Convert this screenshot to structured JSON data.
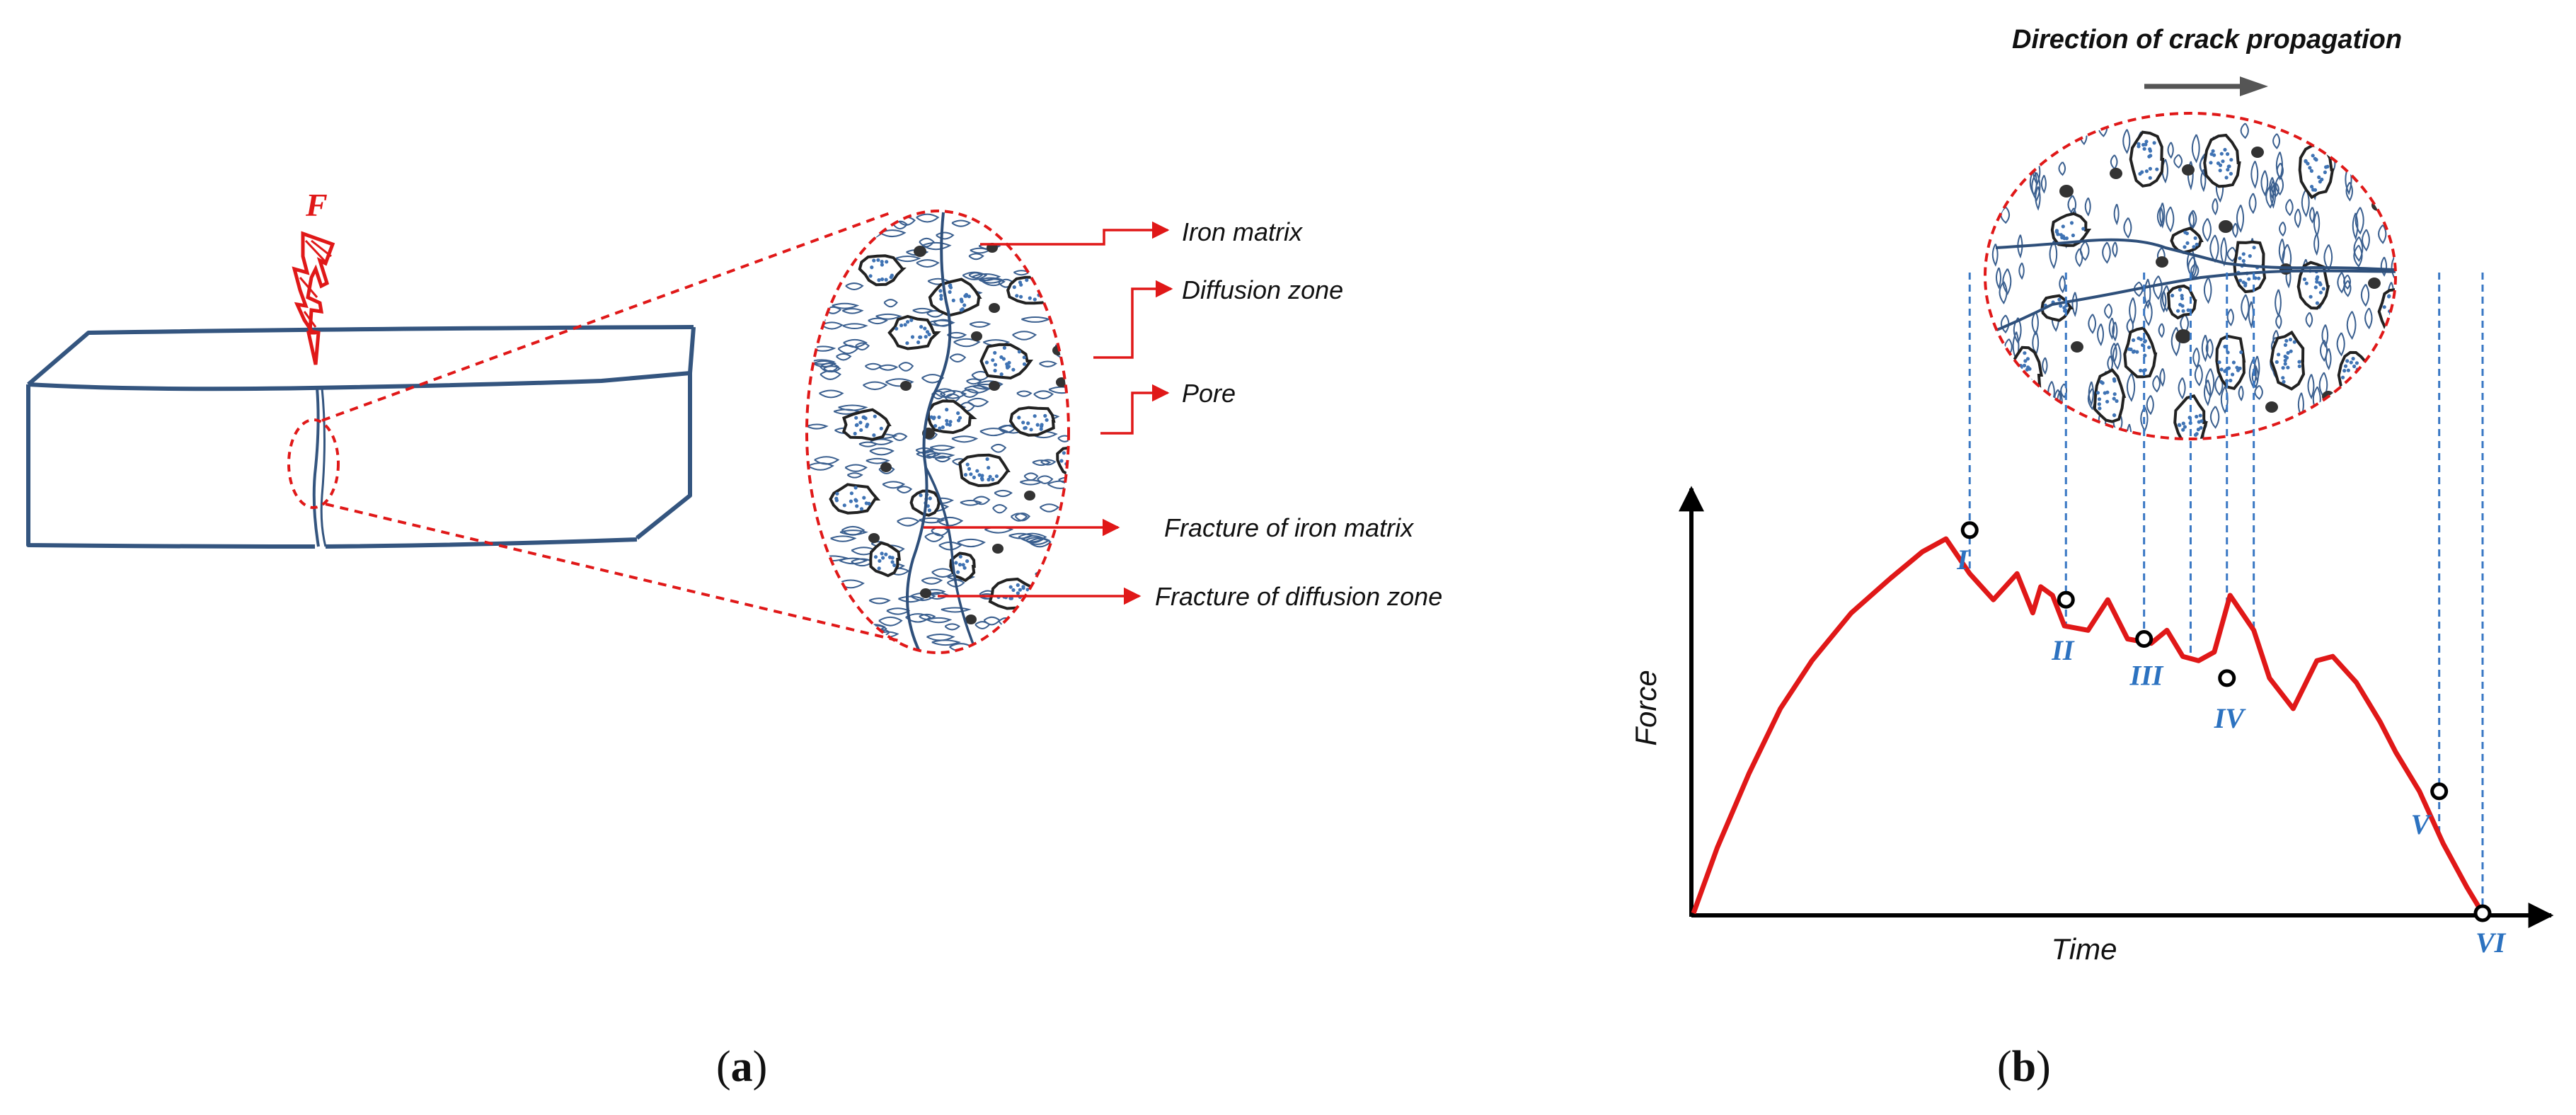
{
  "colors": {
    "beam": "#34557f",
    "red": "#e01818",
    "blue_label": "#2c72c0",
    "dash_blue": "#3a78c4",
    "particle": "#3f73b4",
    "arrow_gray": "#555555",
    "text": "#111111"
  },
  "panel_a": {
    "caption_open": "(",
    "caption_letter": "a",
    "caption_close": ")",
    "force_label": "F",
    "labels": {
      "iron_matrix": "Iron matrix",
      "diffusion_zone": "Diffusion zone",
      "pore": "Pore",
      "fracture_iron": "Fracture of iron matrix",
      "fracture_diffusion": "Fracture of diffusion zone"
    }
  },
  "panel_b": {
    "caption_open": "(",
    "caption_letter": "b",
    "caption_close": ")",
    "direction_label": "Direction of crack propagation",
    "y_axis_label": "Force",
    "x_axis_label": "Time",
    "stages": [
      "I",
      "II",
      "III",
      "IV",
      "V",
      "VI"
    ]
  },
  "chart_data": {
    "type": "line",
    "xlabel": "Time",
    "ylabel": "Force",
    "note": "qualitative force-time curve without numeric ticks; values in normalized data units (time 0-1, force 0-1)",
    "series": [
      {
        "x": [
          0.0,
          0.03,
          0.07,
          0.11,
          0.15,
          0.2,
          0.25,
          0.29,
          0.32,
          0.35,
          0.38,
          0.41,
          0.43,
          0.44,
          0.455,
          0.47,
          0.5,
          0.525,
          0.55,
          0.58,
          0.6,
          0.62,
          0.64,
          0.66,
          0.68,
          0.71,
          0.73,
          0.76,
          0.79,
          0.81,
          0.84,
          0.87,
          0.89,
          0.92,
          0.95,
          0.98,
          1.0
        ],
        "y": [
          0.0,
          0.15,
          0.32,
          0.47,
          0.58,
          0.69,
          0.77,
          0.83,
          0.86,
          0.78,
          0.72,
          0.78,
          0.69,
          0.75,
          0.73,
          0.66,
          0.65,
          0.72,
          0.63,
          0.62,
          0.65,
          0.59,
          0.58,
          0.6,
          0.73,
          0.65,
          0.54,
          0.47,
          0.58,
          0.59,
          0.53,
          0.44,
          0.37,
          0.28,
          0.16,
          0.06,
          0.0
        ]
      }
    ],
    "marked_points": [
      {
        "label": "I",
        "x": 0.35,
        "y": 0.88
      },
      {
        "label": "II",
        "x": 0.472,
        "y": 0.72
      },
      {
        "label": "III",
        "x": 0.571,
        "y": 0.63
      },
      {
        "label": "IV",
        "x": 0.676,
        "y": 0.54
      },
      {
        "label": "V",
        "x": 0.945,
        "y": 0.28
      },
      {
        "label": "VI",
        "x": 1.0,
        "y": 0.0
      }
    ],
    "grid": false
  }
}
